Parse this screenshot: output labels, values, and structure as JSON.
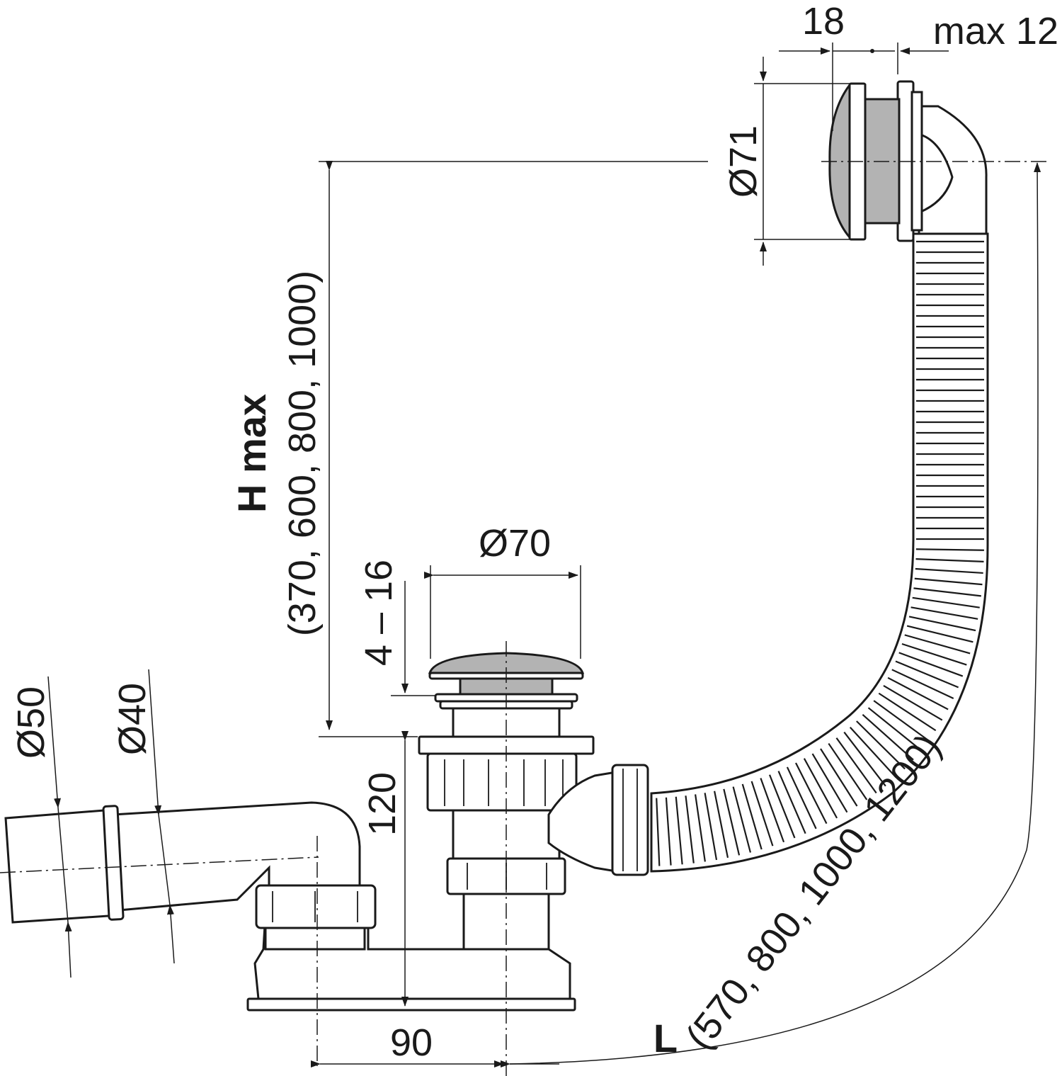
{
  "dimensions": {
    "d50": "Ø50",
    "d40": "Ø40",
    "d70": "Ø70",
    "d71": "Ø71",
    "range_4_16": "4 – 16",
    "h120": "120",
    "w90": "90",
    "w18": "18",
    "max12": "max 12",
    "hmax_label": "H max",
    "hmax_values": "(370, 600, 800, 1000)",
    "l_label": "L",
    "l_values": "(570, 800, 1000, 1200)"
  },
  "colors": {
    "line": "#1a1a1a",
    "fill_metal": "#b3b3b3",
    "background": "#ffffff"
  }
}
